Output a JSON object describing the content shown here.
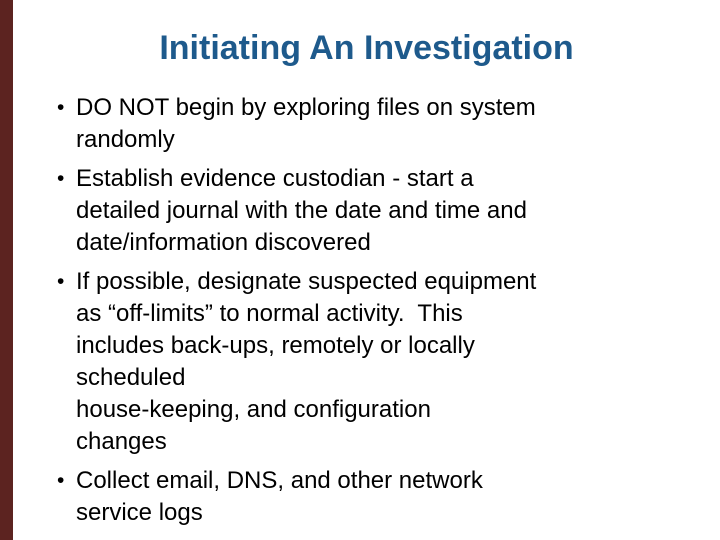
{
  "slide": {
    "title": "Initiating An Investigation",
    "bullet_glyph": "•",
    "bullets": [
      {
        "lines": [
          "DO NOT begin by exploring files on system",
          "randomly"
        ]
      },
      {
        "lines": [
          "Establish evidence custodian - start a",
          "detailed journal with the date and time and",
          "date/information discovered"
        ]
      },
      {
        "lines": [
          "If possible, designate suspected equipment",
          "as “off-limits” to normal activity.  This",
          "includes back-ups, remotely or locally",
          "scheduled",
          "house-keeping, and configuration",
          "changes"
        ]
      },
      {
        "lines": [
          "Collect email, DNS, and other network",
          "service logs"
        ]
      }
    ],
    "colors": {
      "title_text": "#1e5a8c",
      "body_text": "#000000",
      "left_edge_bar": "#5c2320",
      "background": "#ffffff"
    }
  }
}
